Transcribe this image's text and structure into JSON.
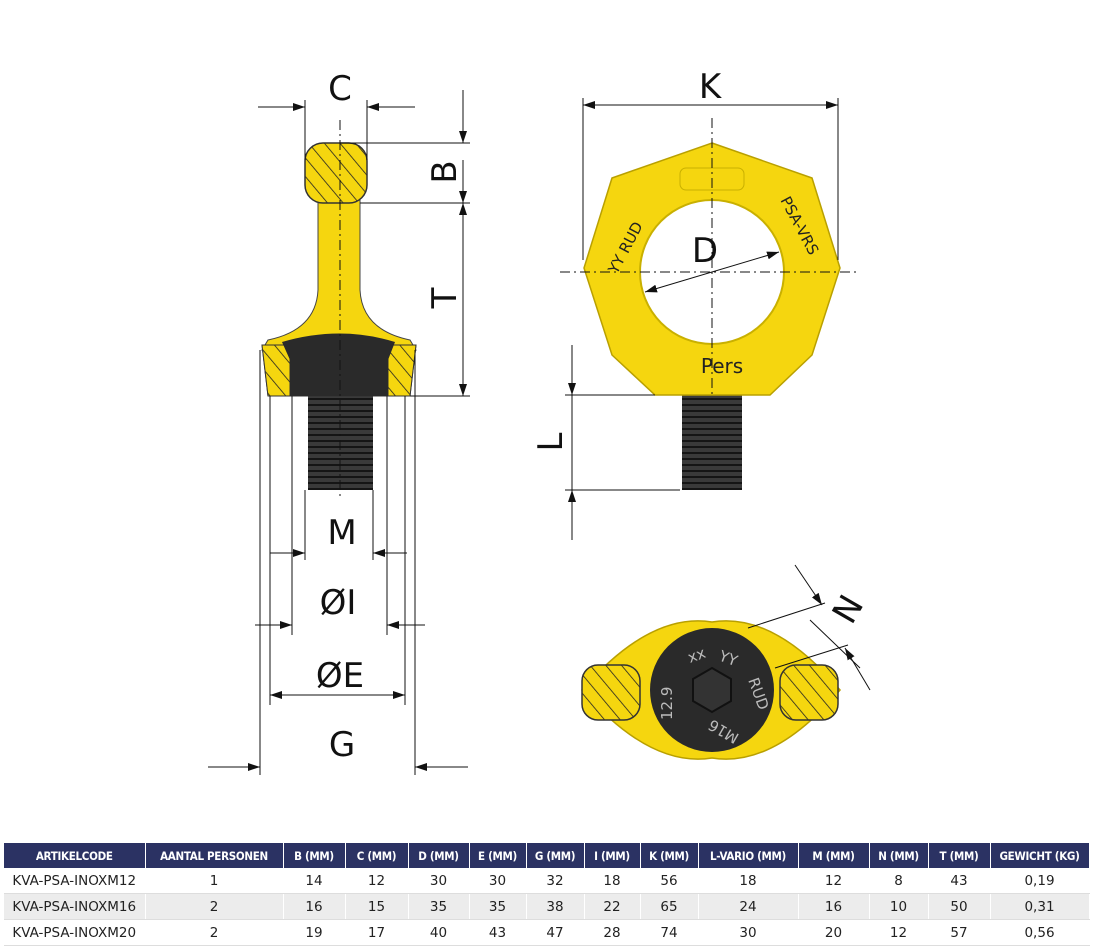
{
  "drawing": {
    "labels": {
      "C": "C",
      "B": "B",
      "T": "T",
      "K": "K",
      "D": "D",
      "L": "L",
      "M": "M",
      "I": "ØI",
      "E": "ØE",
      "G": "G",
      "N": "N"
    },
    "ring_text": {
      "left": "YY RUD",
      "right": "PSA-VRS",
      "bottom": "Pers"
    },
    "bolt_text": {
      "a": "xx",
      "b": "YY",
      "c": "RUD",
      "d": "M16",
      "e": "12.9"
    },
    "colors": {
      "yellow": "#f5d60f",
      "black": "#2a2a2a",
      "thread": "#3a3a3a"
    }
  },
  "table": {
    "headers": [
      "ARTIKELCODE",
      "AANTAL PERSONEN",
      "B (MM)",
      "C (MM)",
      "D (MM)",
      "E (MM)",
      "G (MM)",
      "I (MM)",
      "K (MM)",
      "L-VARIO (MM)",
      "M (MM)",
      "N (MM)",
      "T (MM)",
      "GEWICHT (KG)"
    ],
    "rows": [
      [
        "KVA-PSA-INOXM12",
        "1",
        "14",
        "12",
        "30",
        "30",
        "32",
        "18",
        "56",
        "18",
        "12",
        "8",
        "43",
        "0,19"
      ],
      [
        "KVA-PSA-INOXM16",
        "2",
        "16",
        "15",
        "35",
        "35",
        "38",
        "22",
        "65",
        "24",
        "16",
        "10",
        "50",
        "0,31"
      ],
      [
        "KVA-PSA-INOXM20",
        "2",
        "19",
        "17",
        "40",
        "43",
        "47",
        "28",
        "74",
        "30",
        "20",
        "12",
        "57",
        "0,56"
      ]
    ],
    "header_color": "#2b3263"
  }
}
